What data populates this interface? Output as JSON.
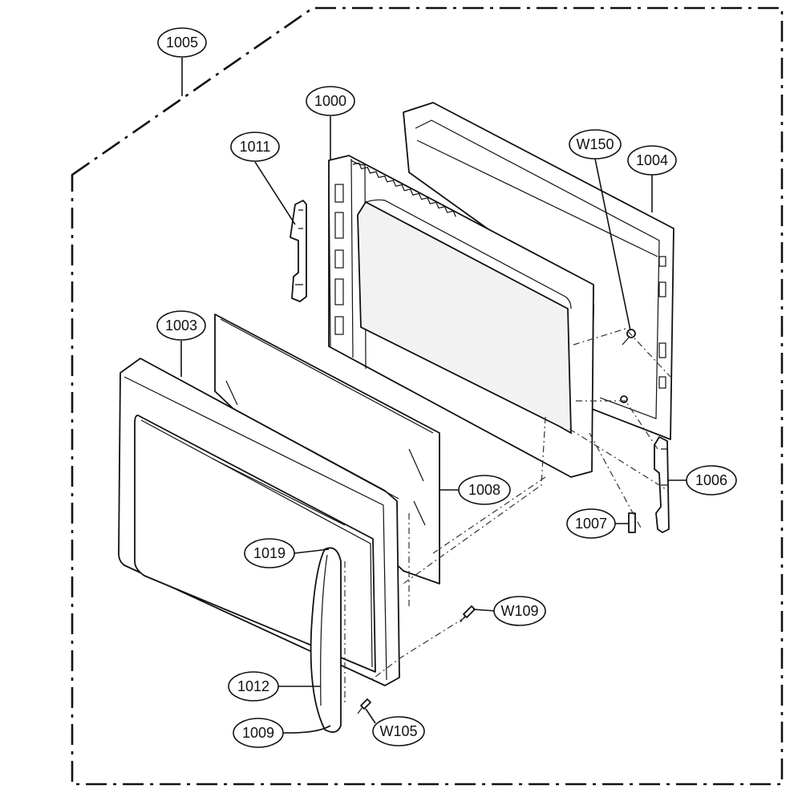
{
  "callouts": [
    {
      "id": "1005",
      "label": "1005"
    },
    {
      "id": "1000",
      "label": "1000"
    },
    {
      "id": "1011",
      "label": "1011"
    },
    {
      "id": "W150",
      "label": "W150"
    },
    {
      "id": "1004",
      "label": "1004"
    },
    {
      "id": "1003",
      "label": "1003"
    },
    {
      "id": "1008",
      "label": "1008"
    },
    {
      "id": "1006",
      "label": "1006"
    },
    {
      "id": "1007",
      "label": "1007"
    },
    {
      "id": "1019",
      "label": "1019"
    },
    {
      "id": "W109",
      "label": "W109"
    },
    {
      "id": "1012",
      "label": "1012"
    },
    {
      "id": "1009",
      "label": "1009"
    },
    {
      "id": "W105",
      "label": "W105"
    }
  ]
}
